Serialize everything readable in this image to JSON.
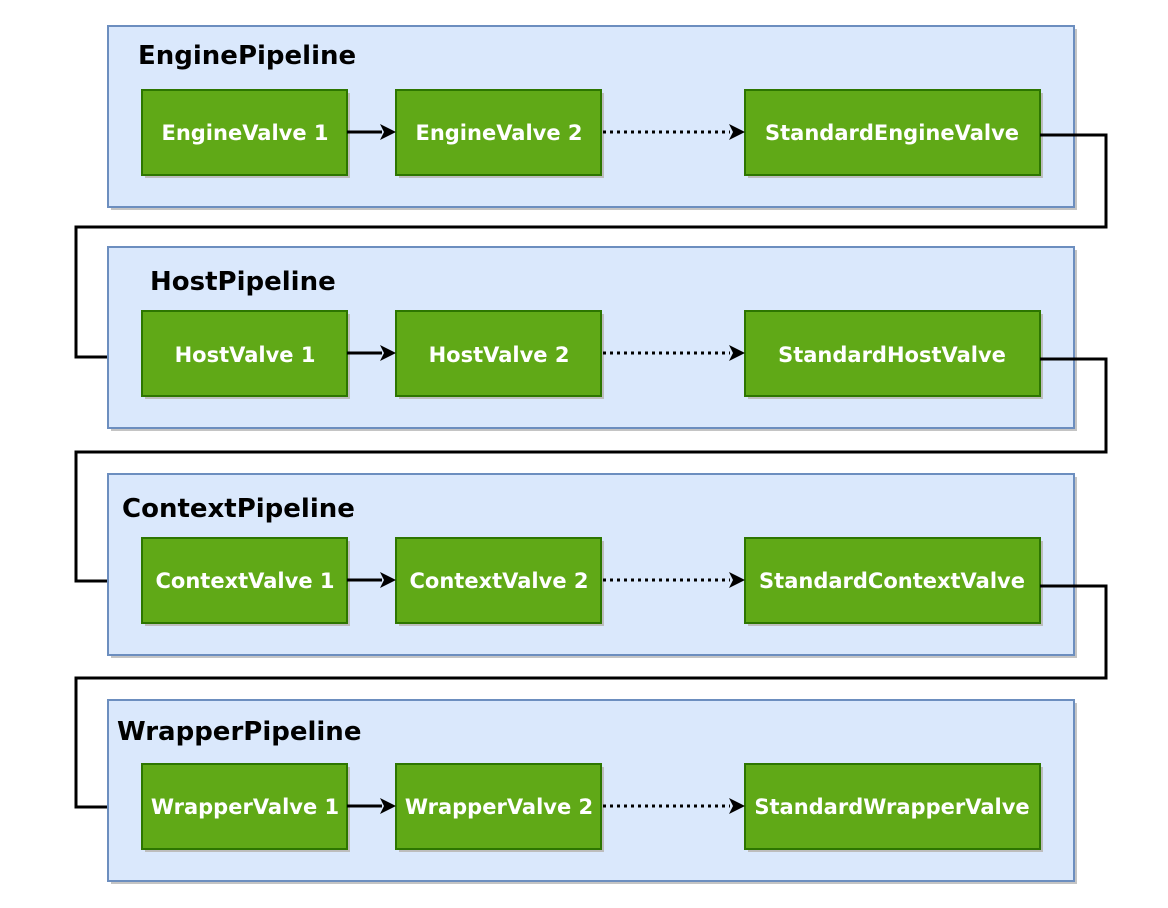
{
  "pipelines": [
    {
      "title": "EnginePipeline",
      "valves": [
        "EngineValve 1",
        "EngineValve 2",
        "StandardEngineValve"
      ]
    },
    {
      "title": "HostPipeline",
      "valves": [
        "HostValve 1",
        "HostValve 2",
        "StandardHostValve"
      ]
    },
    {
      "title": "ContextPipeline",
      "valves": [
        "ContextValve 1",
        "ContextValve 2",
        "StandardContextValve"
      ]
    },
    {
      "title": "WrapperPipeline",
      "valves": [
        "WrapperValve 1",
        "WrapperValve 2",
        "StandardWrapperValve"
      ]
    }
  ],
  "colors": {
    "pipeline_fill": "#dae8fc",
    "pipeline_stroke": "#6c8ebf",
    "valve_fill": "#60a917",
    "valve_stroke": "#2d7600",
    "valve_text": "#ffffff",
    "edge": "#000000"
  }
}
